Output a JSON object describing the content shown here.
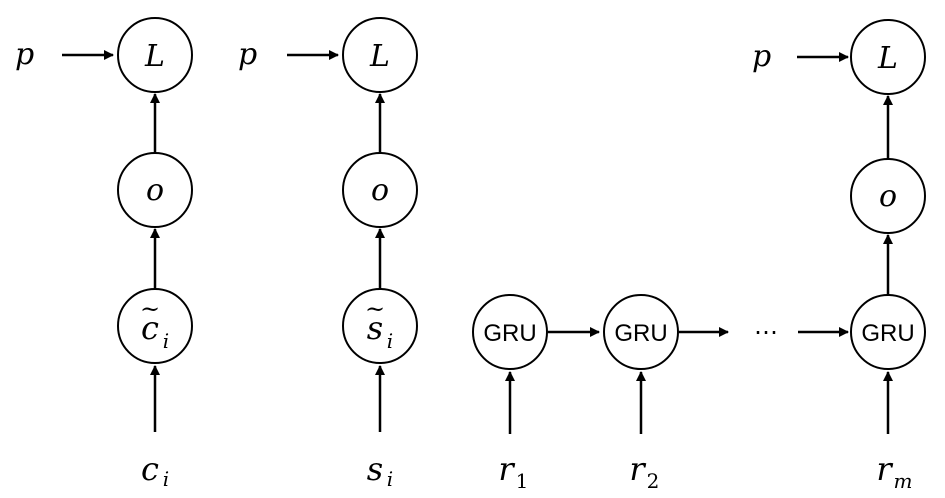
{
  "left_column": {
    "input_label": "c",
    "input_sub": "i",
    "hidden_label": "c",
    "hidden_tilde": "~",
    "hidden_sub": "i",
    "output_label": "o",
    "loss_label": "L",
    "p_label": "p"
  },
  "middle_column": {
    "input_label": "s",
    "input_sub": "i",
    "hidden_label": "s",
    "hidden_tilde": "~",
    "hidden_sub": "i",
    "output_label": "o",
    "loss_label": "L",
    "p_label": "p"
  },
  "gru_chain": {
    "node_label": "GRU",
    "ellipsis": "⋯",
    "inputs": [
      {
        "label": "r",
        "sub": "1"
      },
      {
        "label": "r",
        "sub": "2"
      },
      {
        "label": "r",
        "sub": "m"
      }
    ],
    "output_label": "o",
    "loss_label": "L",
    "p_label": "p"
  },
  "colors": {
    "stroke": "#000000",
    "fill": "#ffffff"
  }
}
